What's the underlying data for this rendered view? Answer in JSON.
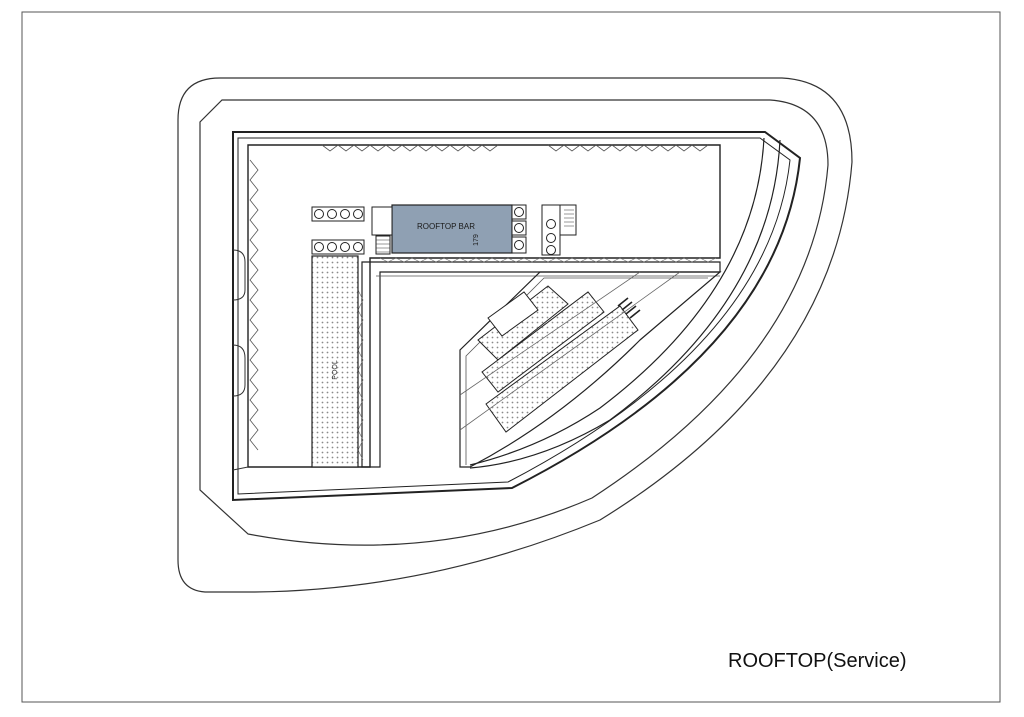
{
  "sheet": {
    "title": "ROOFTOP(Service)"
  },
  "plan": {
    "bar_label": "ROOFTOP BAR",
    "bar_number": "179",
    "pool_label": "POOL"
  },
  "colors": {
    "line": "#222222",
    "bar_fill": "#8fa0b3",
    "hatch": "#9a9a9a",
    "background": "#ffffff"
  }
}
